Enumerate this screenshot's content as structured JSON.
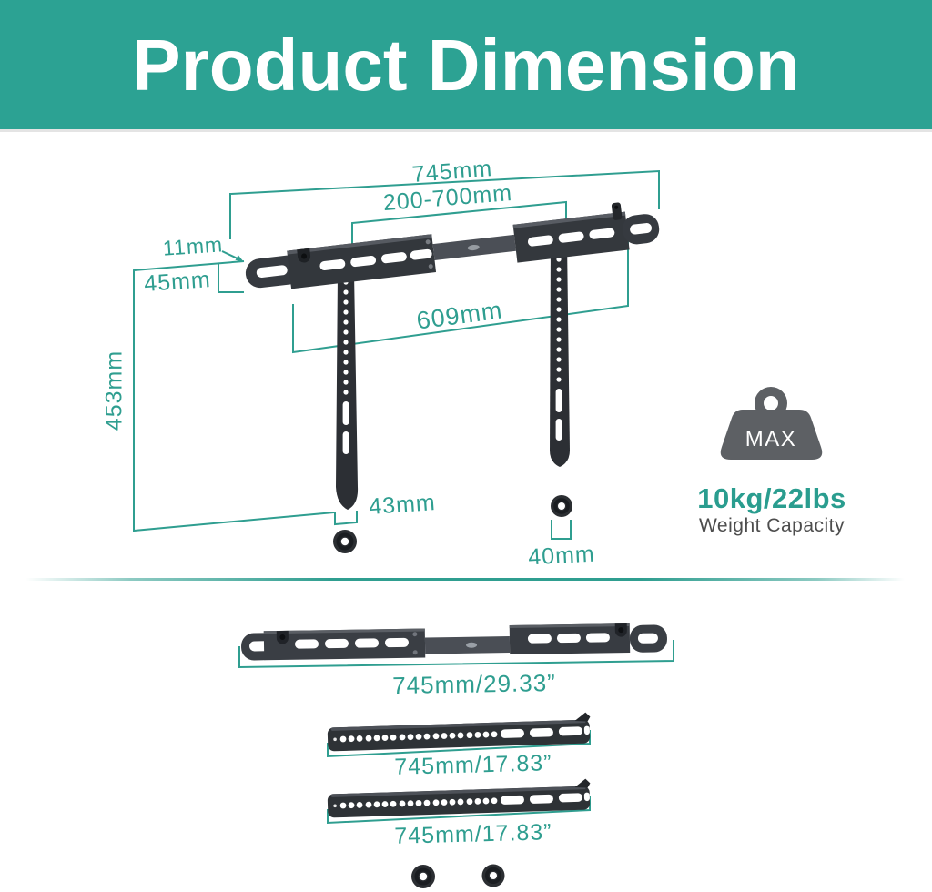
{
  "header": {
    "title": "Product Dimension"
  },
  "colors": {
    "header_bg": "#2ca293",
    "accent_teal": "#2f9e90",
    "product_dark": "#33373c",
    "icon_gray": "#5d6064",
    "caption_gray": "#4d4d4d"
  },
  "main_diagram": {
    "dimensions": {
      "overall_width": "745mm",
      "adjustable_range": "200-700mm",
      "plate_thickness": "11mm",
      "end_height": "45mm",
      "slot_span": "609mm",
      "arm_length": "453mm",
      "arm_foot_width": "43mm",
      "spacer_diameter": "40mm"
    }
  },
  "weight_capacity": {
    "icon_label": "MAX",
    "value": "10kg/22lbs",
    "caption": "Weight Capacity"
  },
  "parts_list": [
    {
      "part": "soundbar-bracket-front",
      "dimension_label": "745mm/29.33”"
    },
    {
      "part": "extension-arm-front-1",
      "dimension_label": "745mm/17.83”"
    },
    {
      "part": "extension-arm-front-2",
      "dimension_label": "745mm/17.83”"
    }
  ]
}
